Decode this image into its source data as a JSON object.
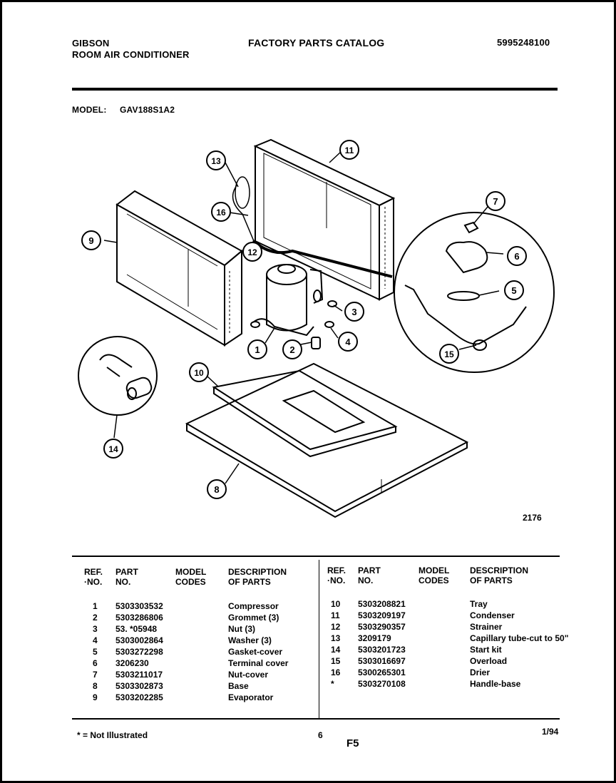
{
  "header": {
    "brand": "GIBSON",
    "product": "ROOM AIR CONDITIONER",
    "catalog_title": "FACTORY PARTS CATALOG",
    "catalog_number": "5995248100",
    "model_label": "MODEL:",
    "model_value": "GAV188S1A2"
  },
  "diagram": {
    "figure_number": "2176",
    "callouts": [
      "1",
      "2",
      "3",
      "4",
      "5",
      "6",
      "7",
      "8",
      "9",
      "10",
      "11",
      "12",
      "13",
      "14",
      "15",
      "16"
    ]
  },
  "table": {
    "headers": {
      "ref_no": "REF.\n·NO.",
      "part_no": "PART\nNO.",
      "model_codes": "MODEL\nCODES",
      "description": "DESCRIPTION\nOF PARTS"
    },
    "left_rows": [
      {
        "ref": "1",
        "part": "5303303532",
        "desc": "Compressor"
      },
      {
        "ref": "2",
        "part": "5303286806",
        "desc": "Grommet (3)"
      },
      {
        "ref": "3",
        "part": "53.  *05948",
        "desc": "Nut (3)"
      },
      {
        "ref": "4",
        "part": "5303002864",
        "desc": "Washer (3)"
      },
      {
        "ref": "5",
        "part": "5303272298",
        "desc": "Gasket-cover"
      },
      {
        "ref": "6",
        "part": "3206230",
        "desc": "Terminal cover"
      },
      {
        "ref": "7",
        "part": "5303211017",
        "desc": "Nut-cover"
      },
      {
        "ref": "8",
        "part": "5303302873",
        "desc": "Base"
      },
      {
        "ref": "9",
        "part": "5303202285",
        "desc": "Evaporator"
      }
    ],
    "right_rows": [
      {
        "ref": "10",
        "part": "5303208821",
        "desc": "Tray"
      },
      {
        "ref": "11",
        "part": "5303209197",
        "desc": "Condenser"
      },
      {
        "ref": "12",
        "part": "5303290357",
        "desc": "Strainer"
      },
      {
        "ref": "13",
        "part": "3209179",
        "desc": "Capillary tube-cut to 50\""
      },
      {
        "ref": "14",
        "part": "5303201723",
        "desc": "Start kit"
      },
      {
        "ref": "15",
        "part": "5303016697",
        "desc": "Overload"
      },
      {
        "ref": "16",
        "part": "5300265301",
        "desc": "Drier"
      },
      {
        "ref": "*",
        "part": "5303270108",
        "desc": "Handle-base"
      }
    ]
  },
  "footer": {
    "note": "* = Not Illustrated",
    "page": "6",
    "code": "F5",
    "date": "1/94"
  }
}
